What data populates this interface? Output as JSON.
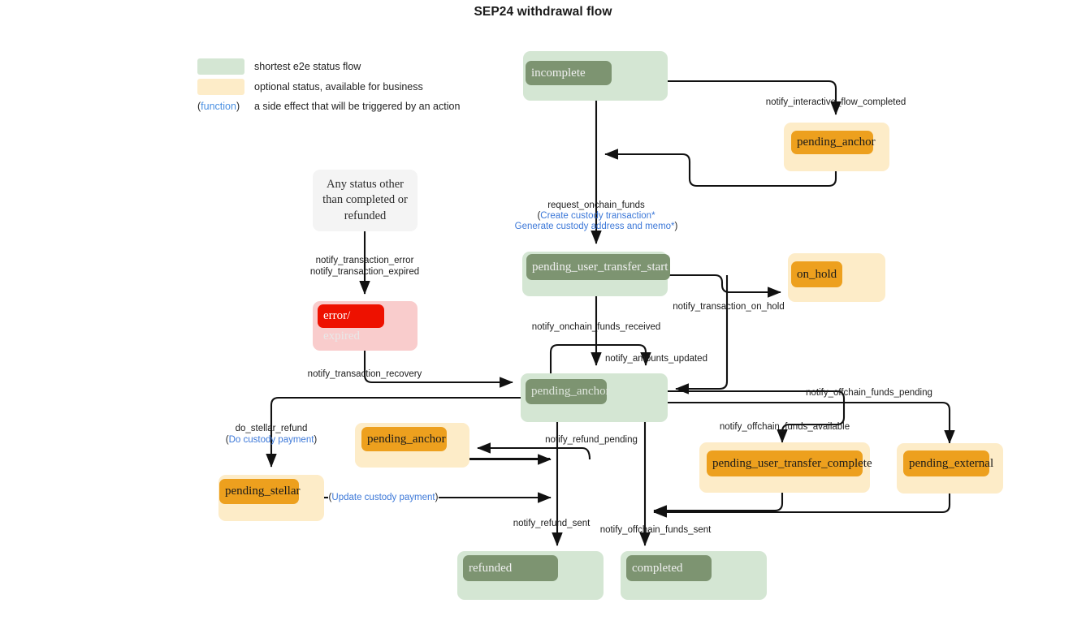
{
  "title": "SEP24 withdrawal flow",
  "colors": {
    "green_outer": "#d4e6d3",
    "green_inner": "#7d9471",
    "amber_outer": "#fdecc8",
    "amber_inner": "#eda01e",
    "red_outer": "#f9cccc",
    "red_inner": "#ee1100",
    "grey_outer": "#f4f4f4",
    "function_blue": "#3c78d8",
    "edge": "#111111"
  },
  "legend": [
    {
      "swatch": "#d4e6d3",
      "kind": "swatch",
      "text": "shortest e2e status flow"
    },
    {
      "swatch": "#fdecc8",
      "kind": "swatch",
      "text": "optional status, available for business"
    },
    {
      "swatch": "",
      "kind": "function",
      "marker_open": "(",
      "marker_text": "function",
      "marker_close": ")",
      "text": "a side effect that will be triggered by an action"
    }
  ],
  "nodes": [
    {
      "id": "incomplete",
      "label": "incomplete",
      "style": "green"
    },
    {
      "id": "pending_anchor_top",
      "label": "pending_anchor",
      "style": "amber"
    },
    {
      "id": "any_status",
      "label": "Any status other than completed or refunded",
      "style": "grey"
    },
    {
      "id": "pending_user_transfer_start",
      "label": "pending_user_transfer_start",
      "style": "green"
    },
    {
      "id": "on_hold",
      "label": "on_hold",
      "style": "amber"
    },
    {
      "id": "error_expired",
      "label": "error/",
      "label2": "expired",
      "style": "red"
    },
    {
      "id": "pending_anchor_center",
      "label": "pending_anchor",
      "style": "green"
    },
    {
      "id": "pending_anchor_refund",
      "label": "pending_anchor",
      "style": "amber"
    },
    {
      "id": "pending_user_transfer_complete",
      "label": "pending_user_transfer_complete",
      "style": "amber"
    },
    {
      "id": "pending_external",
      "label": "pending_external",
      "style": "amber"
    },
    {
      "id": "pending_stellar",
      "label": "pending_stellar",
      "style": "amber"
    },
    {
      "id": "refunded",
      "label": "refunded",
      "style": "green"
    },
    {
      "id": "completed",
      "label": "completed",
      "style": "green"
    }
  ],
  "edge_labels": [
    {
      "id": "notify_interactive_flow_completed",
      "text": "notify_interactive_flow_completed"
    },
    {
      "id": "request_onchain_funds",
      "text": "request_onchain_funds"
    },
    {
      "id": "create_custody_transaction",
      "text": "Create custody transaction*",
      "fn": true,
      "prefix": "("
    },
    {
      "id": "generate_custody_address",
      "text": "Generate custody address and memo*",
      "fn": true,
      "suffix": ")"
    },
    {
      "id": "notify_transaction_error",
      "text": "notify_transaction_error"
    },
    {
      "id": "notify_transaction_expired",
      "text": "notify_transaction_expired"
    },
    {
      "id": "notify_transaction_recovery",
      "text": "notify_transaction_recovery"
    },
    {
      "id": "notify_onchain_funds_received",
      "text": "notify_onchain_funds_received"
    },
    {
      "id": "notify_amounts_updated",
      "text": "notify_amounts_updated"
    },
    {
      "id": "notify_transaction_on_hold",
      "text": "notify_transaction_on_hold"
    },
    {
      "id": "notify_offchain_funds_pending",
      "text": "notify_offchain_funds_pending"
    },
    {
      "id": "notify_offchain_funds_available",
      "text": "notify_offchain_funds_available"
    },
    {
      "id": "notify_refund_pending",
      "text": "notify_refund_pending"
    },
    {
      "id": "do_stellar_refund",
      "text": "do_stellar_refund"
    },
    {
      "id": "do_custody_payment",
      "text": "Do custody payment",
      "fn": true,
      "prefix": "(",
      "suffix": ")"
    },
    {
      "id": "update_custody_payment",
      "text": "Update custody payment",
      "fn": true,
      "prefix": "(",
      "suffix": ")"
    },
    {
      "id": "notify_refund_sent",
      "text": "notify_refund_sent"
    },
    {
      "id": "notify_offchain_funds_sent",
      "text": "notify_offchain_funds_sent"
    }
  ]
}
